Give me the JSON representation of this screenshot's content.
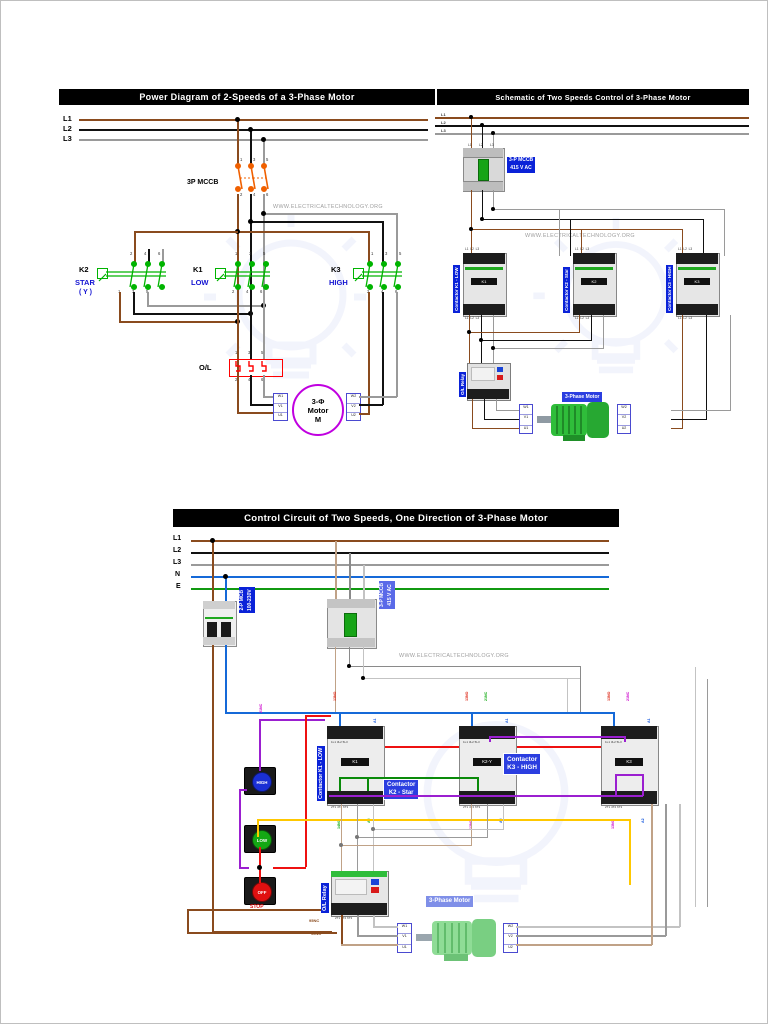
{
  "page": {
    "watermark": "WWW.ELECTRICALTECHNOLOGY.ORG"
  },
  "diagram1": {
    "title": "Power Diagram of 2-Speeds of a 3-Phase Motor",
    "bus_labels": [
      "L1",
      "L2",
      "L3"
    ],
    "breaker_label": "3P MCCB",
    "breaker_terminals_top": [
      "1",
      "3",
      "5"
    ],
    "breaker_terminals_bottom": [
      "2",
      "4",
      "6"
    ],
    "contactors": [
      {
        "name": "K2",
        "role": "STAR",
        "sub": "( Y )",
        "top_terminals": [
          "2",
          "4",
          "6"
        ],
        "bottom_terminals": [
          "1",
          "3",
          "5"
        ]
      },
      {
        "name": "K1",
        "role": "LOW",
        "sub": "",
        "top_terminals": [
          "1",
          "3",
          "5"
        ],
        "bottom_terminals": [
          "2",
          "4",
          "6"
        ]
      },
      {
        "name": "K3",
        "role": "HIGH",
        "sub": "",
        "top_terminals": [
          "1",
          "3",
          "5"
        ],
        "bottom_terminals": [
          "2",
          "4",
          "6"
        ]
      }
    ],
    "overload_label": "O/L",
    "overload_top": [
      "1",
      "3",
      "5"
    ],
    "overload_bottom": [
      "2",
      "4",
      "6"
    ],
    "motor": {
      "line1": "3-Φ",
      "line2": "Motor",
      "line3": "M"
    },
    "motor_terminals_left": [
      "W1",
      "V1",
      "U1"
    ],
    "motor_terminals_right": [
      "W2",
      "V2",
      "U2"
    ]
  },
  "diagram2": {
    "title": "Schematic of Two Speeds Control of 3-Phase Motor",
    "bus_labels": [
      "L1",
      "L2",
      "L3"
    ],
    "mccb_tag": "3-P MCCB\n415 V AC",
    "mccb_tag_line1": "3-P MCCB",
    "mccb_tag_line2": "415 V AC",
    "mccb_terminals": [
      "L1",
      "L2",
      "L3"
    ],
    "contactors": [
      {
        "tag": "Contactor K1 - LOW",
        "badge": "K1",
        "top_terminals": [
          "L1",
          "L2",
          "L3"
        ],
        "bottom_terminals": [
          "L1",
          "L2",
          "L3"
        ]
      },
      {
        "tag": "Contactor K2 - Star",
        "badge": "K2",
        "top_terminals": [
          "L1",
          "L2",
          "L3"
        ],
        "bottom_terminals": [
          "L1",
          "L2",
          "L3"
        ]
      },
      {
        "tag": "Contactor K3 - HIGH",
        "badge": "K3",
        "top_terminals": [
          "L1",
          "L2",
          "L3"
        ],
        "bottom_terminals": [
          "L1",
          "L2",
          "L3"
        ]
      }
    ],
    "relay_tag": "O/L Relay",
    "motor_tag": "3-Phase Motor",
    "motor_terminals_left": [
      "W1",
      "V1",
      "U1"
    ],
    "motor_terminals_right": [
      "W2",
      "V2",
      "U2"
    ]
  },
  "diagram3": {
    "title": "Control Circuit of Two Speeds, One Direction of 3-Phase Motor",
    "bus_labels": [
      "L1",
      "L2",
      "L3",
      "N",
      "E"
    ],
    "mcb_tag_line1": "2-P MCB",
    "mcb_tag_line2": "100-230V",
    "mccb_tag_line1": "3-P MCCB",
    "mccb_tag_line2": "415 V AC",
    "buttons": [
      {
        "cap": "HIGH",
        "color": "#1a2fd4",
        "sub": ""
      },
      {
        "cap": "LOW",
        "color": "#14a814",
        "sub": ""
      },
      {
        "cap": "OFF",
        "color": "#e01010",
        "sub": "STOP"
      }
    ],
    "contactors": [
      {
        "tag_line1": "Contactor K1 - LOW",
        "badge": "K1",
        "top_terminals": [
          "1L1",
          "3L2",
          "5L3"
        ],
        "bottom_terminals": [
          "2T1",
          "4T2",
          "6T3"
        ],
        "aux": [
          "13NO",
          "21NC",
          "A1",
          "14NO",
          "A2"
        ]
      },
      {
        "tag_line1": "Contactor",
        "tag_line2": "K2 - Star",
        "badge": "K2-Y",
        "top_terminals": [
          "1L1",
          "3L2",
          "5L3"
        ],
        "bottom_terminals": [
          "2T1",
          "4T2",
          "6T3"
        ],
        "aux": [
          "13NO",
          "21NC",
          "A1",
          "13NO",
          "A2"
        ]
      },
      {
        "tag_line1": "Contactor",
        "tag_line2": "K3 - HIGH",
        "badge": "K3",
        "top_terminals": [
          "1L1",
          "3L2",
          "5L3"
        ],
        "bottom_terminals": [
          "2T1",
          "4T2",
          "6T3"
        ],
        "aux": [
          "13NO",
          "21NC",
          "A1",
          "13NO",
          "A2"
        ]
      }
    ],
    "relay_tag": "O/L Relay",
    "relay_terminals": [
      "2T1",
      "4T2",
      "6T3"
    ],
    "relay_nc_top": "95NC",
    "relay_nc_bottom": "96NC",
    "motor_tag": "3-Phase Motor",
    "motor_terminals_left": [
      "W1",
      "V1",
      "U1"
    ],
    "motor_terminals_right": [
      "W2",
      "V2",
      "U2"
    ]
  },
  "colors": {
    "L1": "#8a4b1e",
    "L2": "#111111",
    "L3": "#9a9a9a",
    "N": "#1569d8",
    "E": "#119911",
    "green": "#00b400",
    "red": "#ff0000",
    "purple": "#9b1fd0",
    "magenta": "#c800c8",
    "yellow": "#ffc800",
    "blue_tag": "#0a22d8"
  }
}
